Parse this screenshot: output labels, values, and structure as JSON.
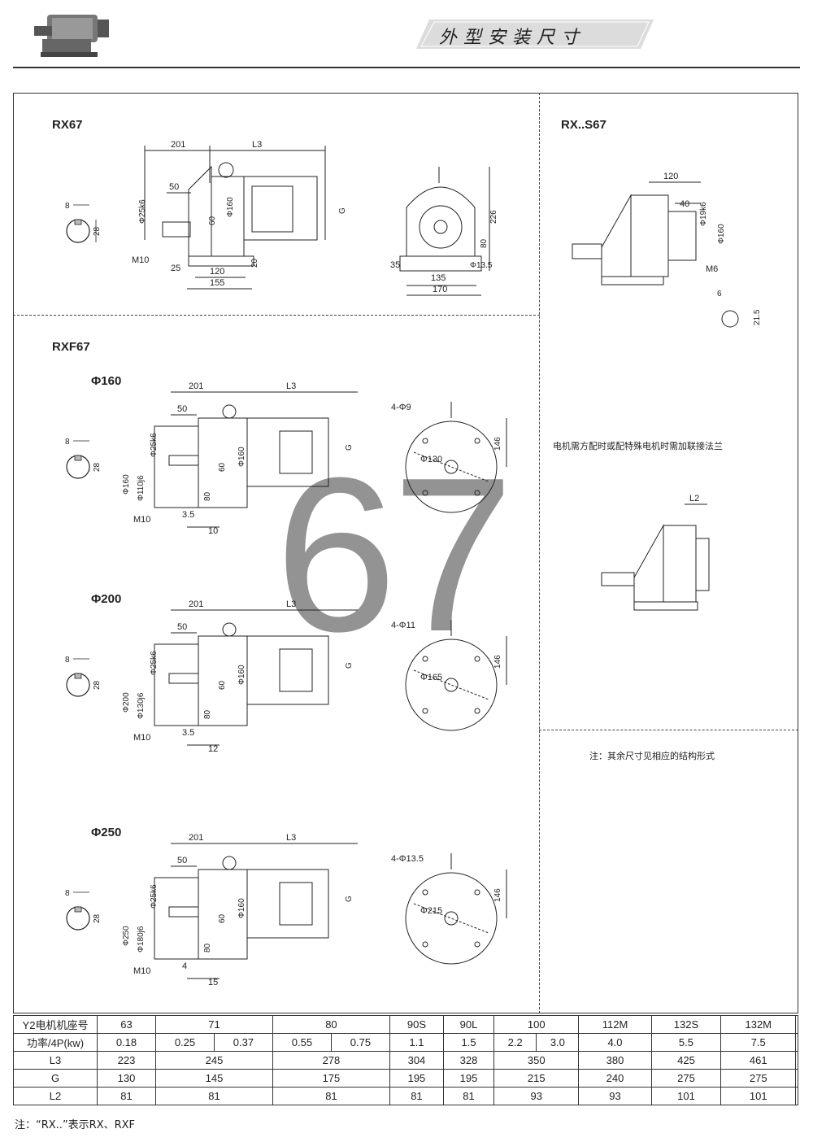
{
  "header": {
    "title": "外型安装尺寸"
  },
  "watermark": "67",
  "sections": {
    "rx67": {
      "label": "RX67",
      "dims": {
        "d201": "201",
        "dL3": "L3",
        "d50": "50",
        "d25k6": "Φ25k6",
        "d160": "Φ160",
        "d60": "60",
        "dG": "G",
        "dM10": "M10",
        "d25": "25",
        "d120": "120",
        "d155": "155",
        "d20": "20",
        "d226": "226",
        "d80": "80",
        "d35": "35",
        "d135": "135",
        "d135b": "Φ13.5",
        "d170": "170",
        "k8": "8",
        "k28": "28"
      }
    },
    "rxs67": {
      "label": "RX..S67",
      "dims": {
        "d120": "120",
        "d40": "40",
        "d19k6": "Φ19k6",
        "d160": "Φ160",
        "dM6": "M6",
        "k6": "6",
        "k215": "21.5"
      }
    },
    "rxf67": {
      "label": "RXF67",
      "flanges": [
        {
          "title": "Φ160",
          "d201": "201",
          "dL3": "L3",
          "d50": "50",
          "d25k6": "Φ25k6",
          "dflange": "Φ160",
          "dspig": "Φ110j6",
          "d60": "60",
          "dmotor": "Φ160",
          "dG": "G",
          "d80": "80",
          "dM10": "M10",
          "d35": "3.5",
          "dT": "10",
          "holes": "4-Φ9",
          "pcd": "Φ130",
          "d146": "146",
          "k8": "8",
          "k28": "28"
        },
        {
          "title": "Φ200",
          "d201": "201",
          "dL3": "L3",
          "d50": "50",
          "d25k6": "Φ25k6",
          "dflange": "Φ200",
          "dspig": "Φ130j6",
          "d60": "60",
          "dmotor": "Φ160",
          "dG": "G",
          "d80": "80",
          "dM10": "M10",
          "d35": "3.5",
          "dT": "12",
          "holes": "4-Φ11",
          "pcd": "Φ165",
          "d146": "146",
          "k8": "8",
          "k28": "28"
        },
        {
          "title": "Φ250",
          "d201": "201",
          "dL3": "L3",
          "d50": "50",
          "d25k6": "Φ25k6",
          "dflange": "Φ250",
          "dspig": "Φ180j6",
          "d60": "60",
          "dmotor": "Φ160",
          "dG": "G",
          "d80": "80",
          "dM10": "M10",
          "d35": "4",
          "dT": "15",
          "holes": "4-Φ13.5",
          "pcd": "Φ215",
          "d146": "146",
          "k8": "8",
          "k28": "28"
        }
      ]
    },
    "motor_flange_note": "电机需方配时或配特殊电机时需加联接法兰",
    "l2_label": "L2",
    "structure_note": "注：其余尺寸见相应的结构形式"
  },
  "table": {
    "rows": [
      {
        "label": "Y2电机机座号",
        "cells": [
          {
            "t": "63",
            "s": 1
          },
          {
            "t": "71",
            "s": 2
          },
          {
            "t": "80",
            "s": 2
          },
          {
            "t": "90S",
            "s": 2
          },
          {
            "t": "90L",
            "s": 2
          },
          {
            "t": "100",
            "s": 2
          },
          {
            "t": "112M",
            "s": 2
          },
          {
            "t": "132S",
            "s": 2
          },
          {
            "t": "132M",
            "s": 2
          },
          {
            "t": "",
            "s": 2
          }
        ]
      },
      {
        "label": "功率/4P(kw)",
        "cells": [
          {
            "t": "0.18",
            "s": 1
          },
          {
            "t": "0.25",
            "s": 1
          },
          {
            "t": "0.37",
            "s": 1
          },
          {
            "t": "0.55",
            "s": 1
          },
          {
            "t": "0.75",
            "s": 1
          },
          {
            "t": "1.1",
            "s": 2
          },
          {
            "t": "1.5",
            "s": 2
          },
          {
            "t": "2.2",
            "s": 1
          },
          {
            "t": "3.0",
            "s": 1
          },
          {
            "t": "4.0",
            "s": 2
          },
          {
            "t": "5.5",
            "s": 2
          },
          {
            "t": "7.5",
            "s": 2
          },
          {
            "t": "",
            "s": 2
          }
        ]
      },
      {
        "label": "L3",
        "cells": [
          {
            "t": "223",
            "s": 1
          },
          {
            "t": "245",
            "s": 2
          },
          {
            "t": "278",
            "s": 2
          },
          {
            "t": "304",
            "s": 2
          },
          {
            "t": "328",
            "s": 2
          },
          {
            "t": "350",
            "s": 2
          },
          {
            "t": "380",
            "s": 2
          },
          {
            "t": "425",
            "s": 2
          },
          {
            "t": "461",
            "s": 2
          },
          {
            "t": "",
            "s": 2
          }
        ]
      },
      {
        "label": "G",
        "cells": [
          {
            "t": "130",
            "s": 1
          },
          {
            "t": "145",
            "s": 2
          },
          {
            "t": "175",
            "s": 2
          },
          {
            "t": "195",
            "s": 2
          },
          {
            "t": "195",
            "s": 2
          },
          {
            "t": "215",
            "s": 2
          },
          {
            "t": "240",
            "s": 2
          },
          {
            "t": "275",
            "s": 2
          },
          {
            "t": "275",
            "s": 2
          },
          {
            "t": "",
            "s": 2
          }
        ]
      },
      {
        "label": "L2",
        "cells": [
          {
            "t": "81",
            "s": 1
          },
          {
            "t": "81",
            "s": 2
          },
          {
            "t": "81",
            "s": 2
          },
          {
            "t": "81",
            "s": 2
          },
          {
            "t": "81",
            "s": 2
          },
          {
            "t": "93",
            "s": 2
          },
          {
            "t": "93",
            "s": 2
          },
          {
            "t": "101",
            "s": 2
          },
          {
            "t": "101",
            "s": 2
          },
          {
            "t": "",
            "s": 2
          }
        ]
      }
    ]
  },
  "footnote": "注：“RX..”表示RX、RXF"
}
